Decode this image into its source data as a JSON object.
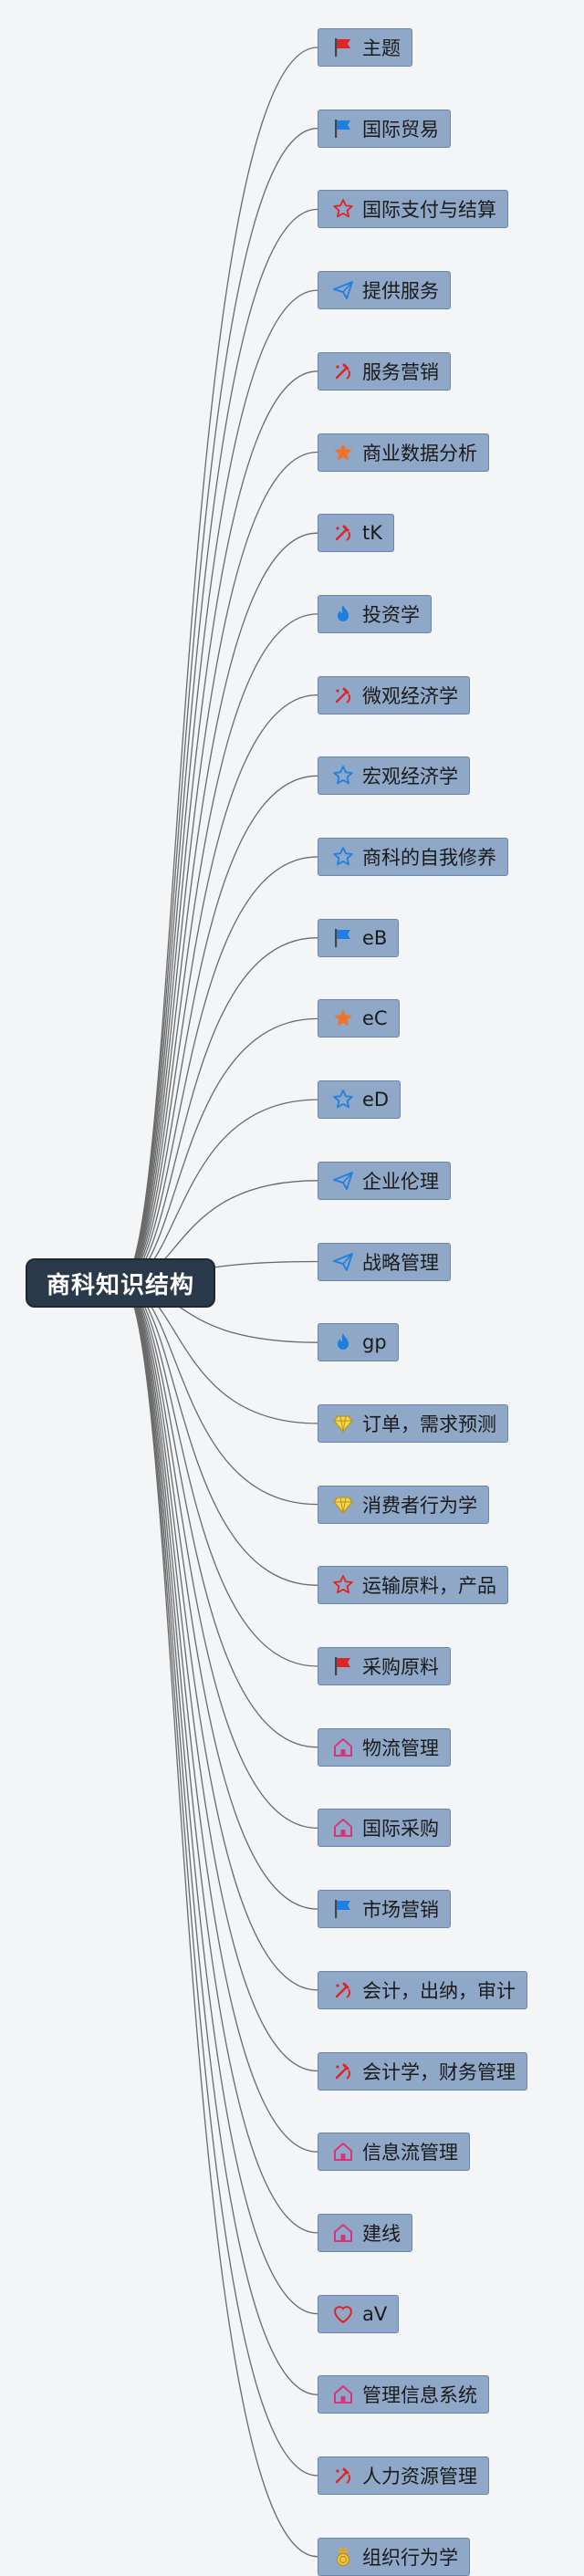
{
  "root": {
    "label": "商科知识结构"
  },
  "colors": {
    "background": "#f4f5f7",
    "root_fill": "#2b3a4a",
    "node_fill": "#8fa8c8",
    "connector": "#6a6a6a"
  },
  "topics": [
    {
      "label": "主题",
      "icon": "red-flag-icon"
    },
    {
      "label": "国际贸易",
      "icon": "blue-flag-icon"
    },
    {
      "label": "国际支付与结算",
      "icon": "red-star-outline-icon"
    },
    {
      "label": "提供服务",
      "icon": "paper-plane-icon"
    },
    {
      "label": "服务营销",
      "icon": "hammer-sickle-icon"
    },
    {
      "label": "商业数据分析",
      "icon": "orange-star-icon"
    },
    {
      "label": "tK",
      "icon": "hammer-sickle-icon"
    },
    {
      "label": "投资学",
      "icon": "blue-flame-icon"
    },
    {
      "label": "微观经济学",
      "icon": "hammer-sickle-icon"
    },
    {
      "label": "宏观经济学",
      "icon": "blue-star-outline-icon"
    },
    {
      "label": "商科的自我修养",
      "icon": "blue-star-outline-icon"
    },
    {
      "label": "eB",
      "icon": "blue-flag-icon"
    },
    {
      "label": "eC",
      "icon": "orange-star-icon"
    },
    {
      "label": "eD",
      "icon": "blue-star-outline-icon"
    },
    {
      "label": "企业伦理",
      "icon": "paper-plane-icon"
    },
    {
      "label": "战略管理",
      "icon": "paper-plane-icon"
    },
    {
      "label": "gp",
      "icon": "blue-flame-icon"
    },
    {
      "label": "订单，需求预测",
      "icon": "yellow-diamond-icon"
    },
    {
      "label": "消费者行为学",
      "icon": "yellow-diamond-icon"
    },
    {
      "label": "运输原料，产品",
      "icon": "red-star-outline-icon"
    },
    {
      "label": "采购原料",
      "icon": "red-flag-icon"
    },
    {
      "label": "物流管理",
      "icon": "pink-house-icon"
    },
    {
      "label": "国际采购",
      "icon": "pink-house-icon"
    },
    {
      "label": "市场营销",
      "icon": "blue-flag-icon"
    },
    {
      "label": "会计，出纳，审计",
      "icon": "hammer-sickle-icon"
    },
    {
      "label": "会计学，财务管理",
      "icon": "hammer-sickle-icon"
    },
    {
      "label": "信息流管理",
      "icon": "pink-house-icon"
    },
    {
      "label": "建线",
      "icon": "pink-house-icon"
    },
    {
      "label": "aV",
      "icon": "red-heart-icon"
    },
    {
      "label": "管理信息系统",
      "icon": "pink-house-icon"
    },
    {
      "label": "人力资源管理",
      "icon": "hammer-sickle-icon"
    },
    {
      "label": "组织行为学",
      "icon": "gold-medal-icon"
    }
  ]
}
